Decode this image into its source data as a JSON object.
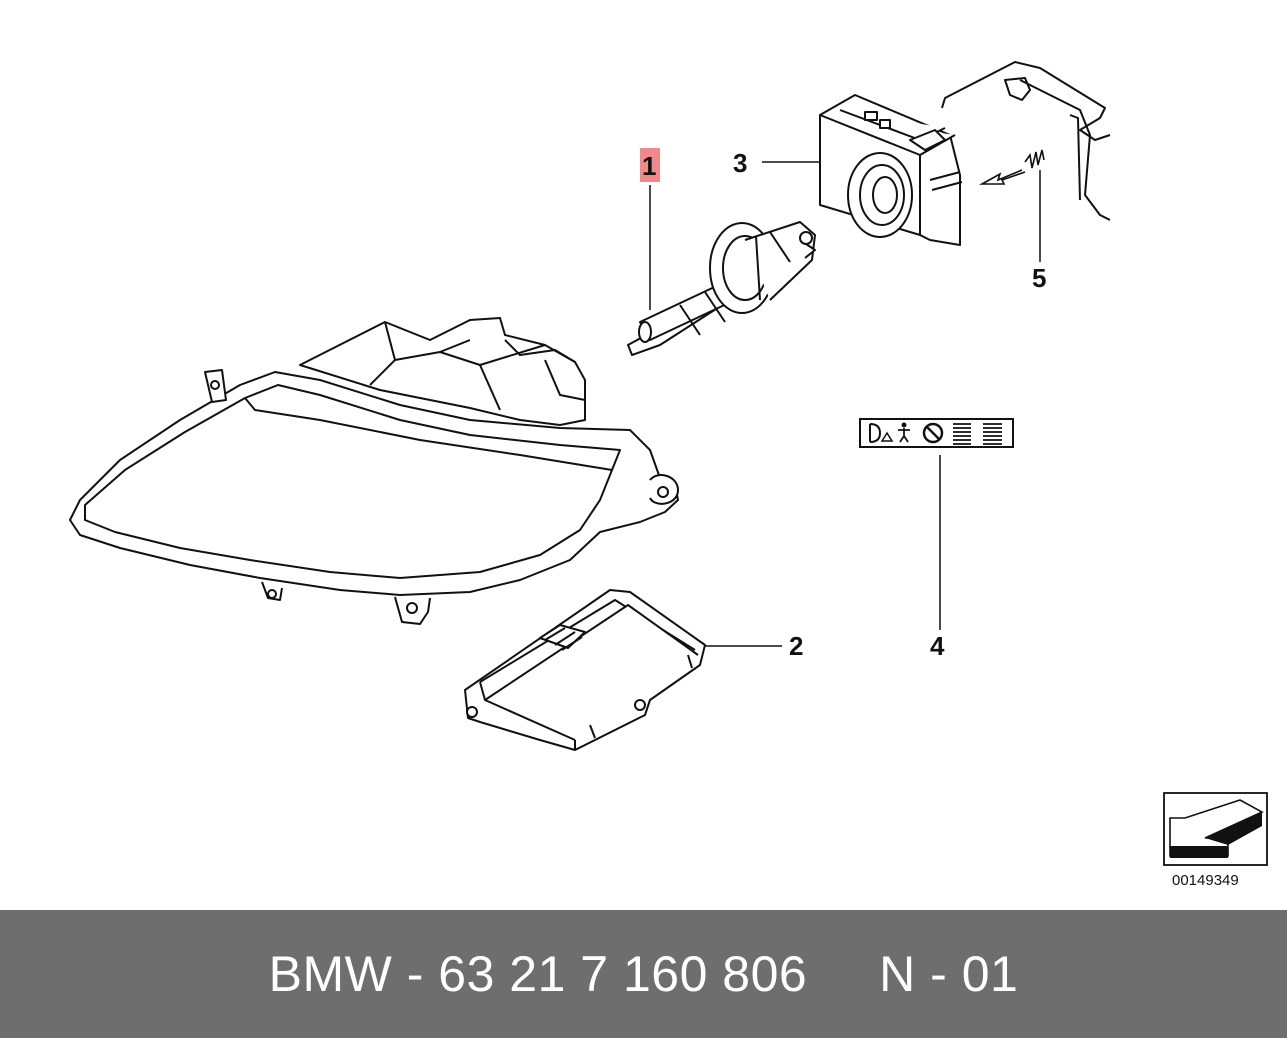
{
  "callouts": {
    "item_1": "1",
    "item_2": "2",
    "item_3": "3",
    "item_4": "4",
    "item_5": "5"
  },
  "highlight_color": "#f08a8a",
  "diagram_code": "00149349",
  "footer": {
    "text": "BMW - 63 21 7 160 806     N - 01",
    "background": "#6e6e6e"
  },
  "icons": {
    "warning_label": "warning-label-icon",
    "orientation_arrow": "orientation-arrow-icon"
  }
}
